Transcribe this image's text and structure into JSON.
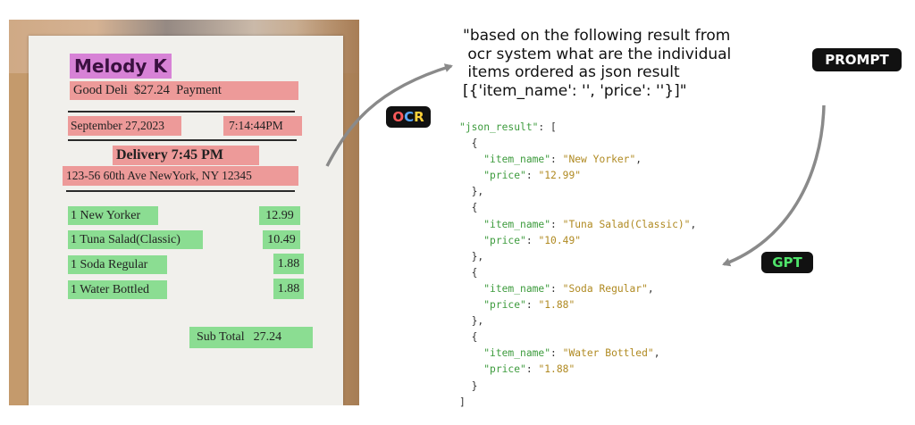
{
  "receipt": {
    "name": "Melody K",
    "merchant_line": "Good Deli  $27.24  Payment",
    "date": "September 27,2023",
    "time": "7:14:44PM",
    "delivery": "Delivery 7:45 PM",
    "address": "123-56 60th Ave NewYork, NY 12345",
    "items": [
      {
        "name": "1 New Yorker",
        "price": "12.99"
      },
      {
        "name": "1 Tuna Salad(Classic)",
        "price": "10.49"
      },
      {
        "name": "1 Soda Regular",
        "price": "1.88"
      },
      {
        "name": "1 Water Bottled",
        "price": "1.88"
      }
    ],
    "subtotal_label": "Sub Total",
    "subtotal_value": "27.24"
  },
  "prompt": {
    "lines": [
      "\"based on the following result from",
      " ocr system what are the individual",
      " items ordered as json result",
      "[{'item_name': '', 'price': ''}]\""
    ]
  },
  "tags": {
    "prompt": "PROMPT",
    "ocr": "OCR",
    "gpt": "GPT"
  },
  "ocr_letter_colors": [
    "#ff5a5a",
    "#5aa8ff",
    "#ffd23a"
  ],
  "highlight_colors": {
    "red": "#ec7878",
    "green": "#6ed778",
    "pink": "#d26ed2"
  },
  "json_result": {
    "key": "\"json_result\"",
    "entries": [
      {
        "item_name": "\"New Yorker\"",
        "price": "\"12.99\""
      },
      {
        "item_name": "\"Tuna Salad(Classic)\"",
        "price": "\"10.49\""
      },
      {
        "item_name": "\"Soda Regular\"",
        "price": "\"1.88\""
      },
      {
        "item_name": "\"Water Bottled\"",
        "price": "\"1.88\""
      }
    ],
    "item_name_key": "\"item_name\"",
    "price_key": "\"price\""
  }
}
